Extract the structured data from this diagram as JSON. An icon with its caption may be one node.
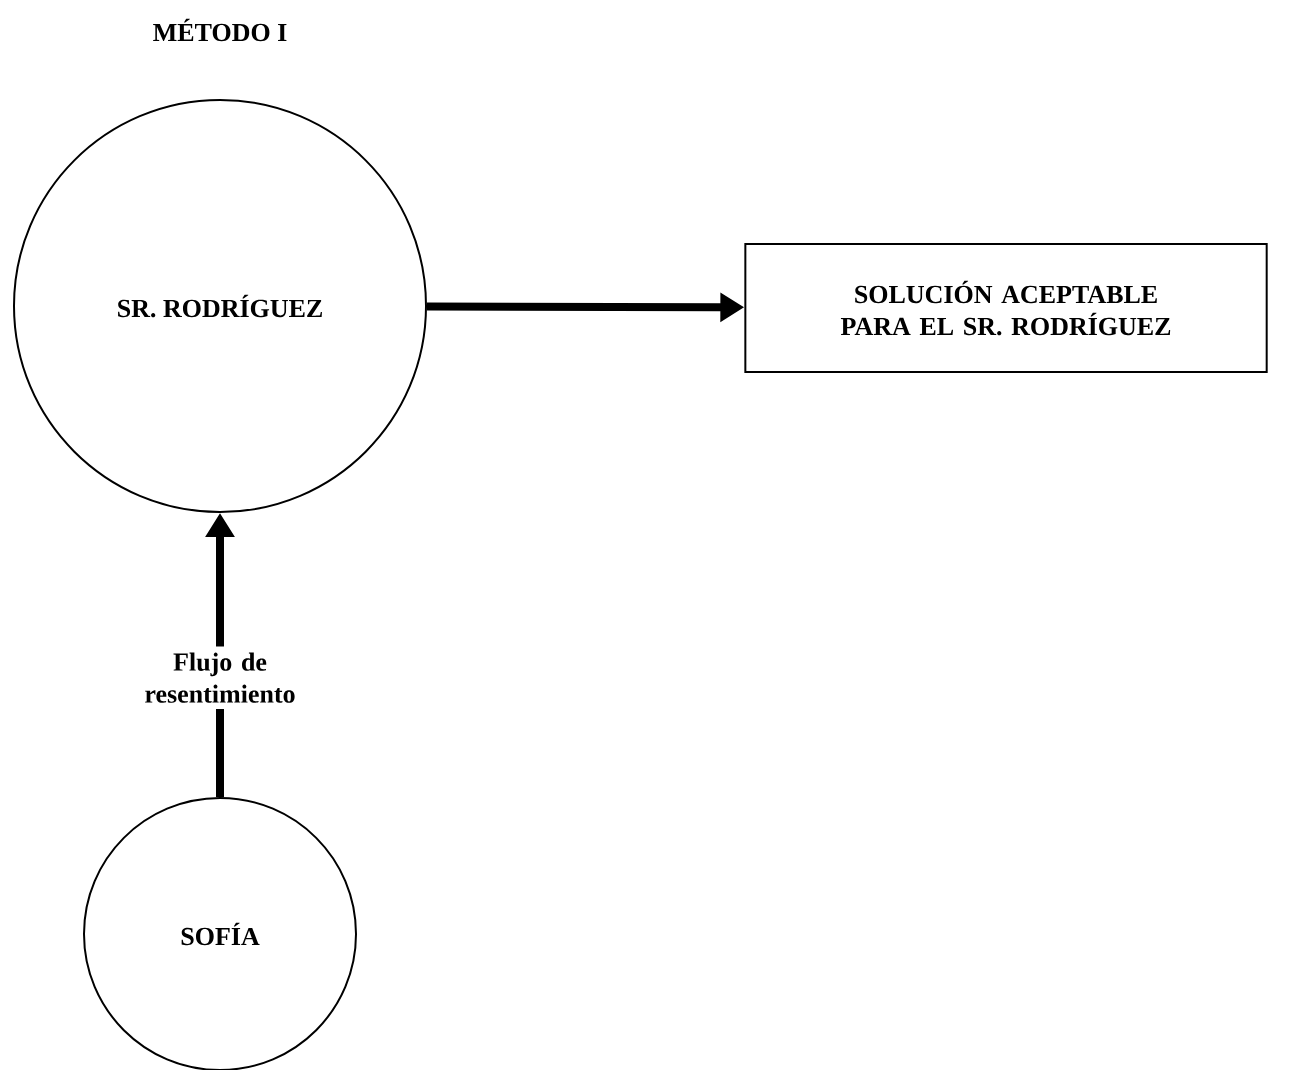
{
  "diagram": {
    "title": "MÉTODO I",
    "nodes": [
      {
        "text": [
          "SR. RODRÍGUEZ"
        ]
      },
      {
        "text": [
          "SOLUCIÓN ACEPTABLE PARA EL SR. RODRÍGUEZ"
        ]
      },
      {
        "text": [
          "SOFÍA"
        ]
      }
    ],
    "edges": [
      {
        "from": 0,
        "to": 1,
        "arrow": "to"
      },
      {
        "from": 2,
        "to": 0,
        "arrow": "to",
        "label": "Flujo de resentimiento"
      }
    ]
  }
}
